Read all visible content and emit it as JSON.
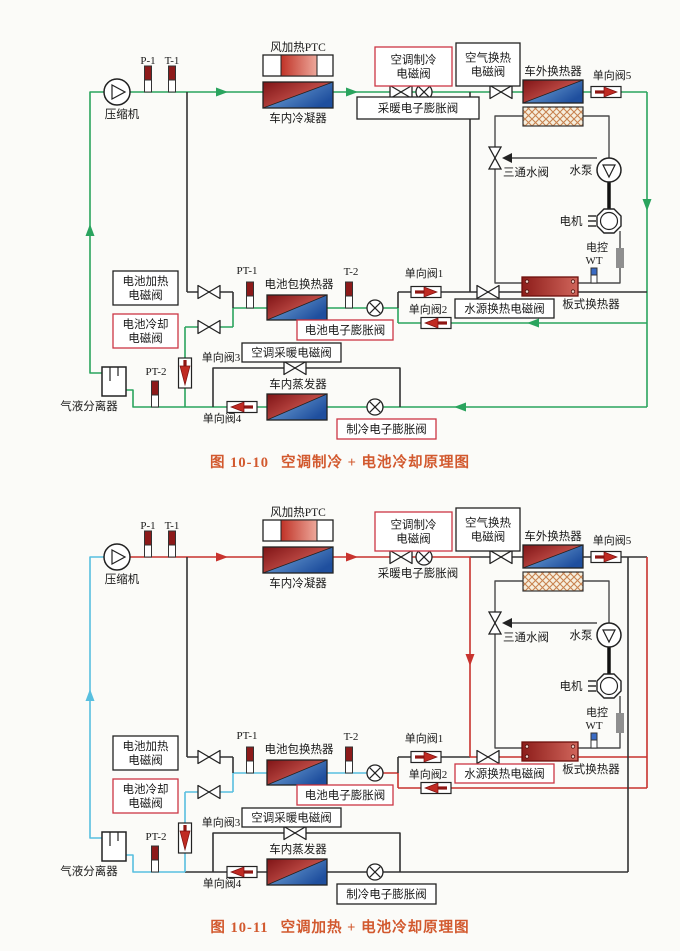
{
  "page": {
    "background": "#fbfbf8"
  },
  "colors": {
    "green": "#2aa45e",
    "red": "#c8332e",
    "blue": "#58bfdf",
    "black": "#333333",
    "gray": "#4a4a4a",
    "caption": "#d2592e",
    "red_border": "#cc3644",
    "label_text": "#1a1a1a"
  },
  "labels": {
    "compressor": "压缩机",
    "p1": "P-1",
    "t1": "T-1",
    "ptc": "风加热PTC",
    "indoor_condenser": "车内冷凝器",
    "ac_cooling_valve": [
      "空调制冷",
      "电磁阀"
    ],
    "heating_eev": "采暖电子膨胀阀",
    "air_hx_valve": [
      "空气换热",
      "电磁阀"
    ],
    "outdoor_hx": "车外换热器",
    "check5": "单向阀5",
    "three_way_valve": "三通水阀",
    "water_pump": "水泵",
    "motor": "电机",
    "ecu": "电控",
    "wt": "WT",
    "plate_hx": "板式换热器",
    "water_source_valve": "水源换热电磁阀",
    "check1": "单向阀1",
    "check2": "单向阀2",
    "batt_heat_valve": [
      "电池加热",
      "电磁阀"
    ],
    "batt_cool_valve": [
      "电池冷却",
      "电磁阀"
    ],
    "pt1": "PT-1",
    "battery_hx": "电池包换热器",
    "t2": "T-2",
    "battery_eev": "电池电子膨胀阀",
    "check3": "单向阀3",
    "ac_heating_valve": "空调采暖电磁阀",
    "evaporator": "车内蒸发器",
    "check4": "单向阀4",
    "cooling_eev": "制冷电子膨胀阀",
    "pt2": "PT-2",
    "separator": "气液分离器"
  },
  "figures": [
    {
      "id": "10-10",
      "caption_prefix": "图 10-10",
      "caption_title": "空调制冷 + 电池冷却原理图",
      "mode": "cooling"
    },
    {
      "id": "10-11",
      "caption_prefix": "图 10-11",
      "caption_title": "空调加热 + 电池冷却原理图",
      "mode": "heating"
    }
  ]
}
